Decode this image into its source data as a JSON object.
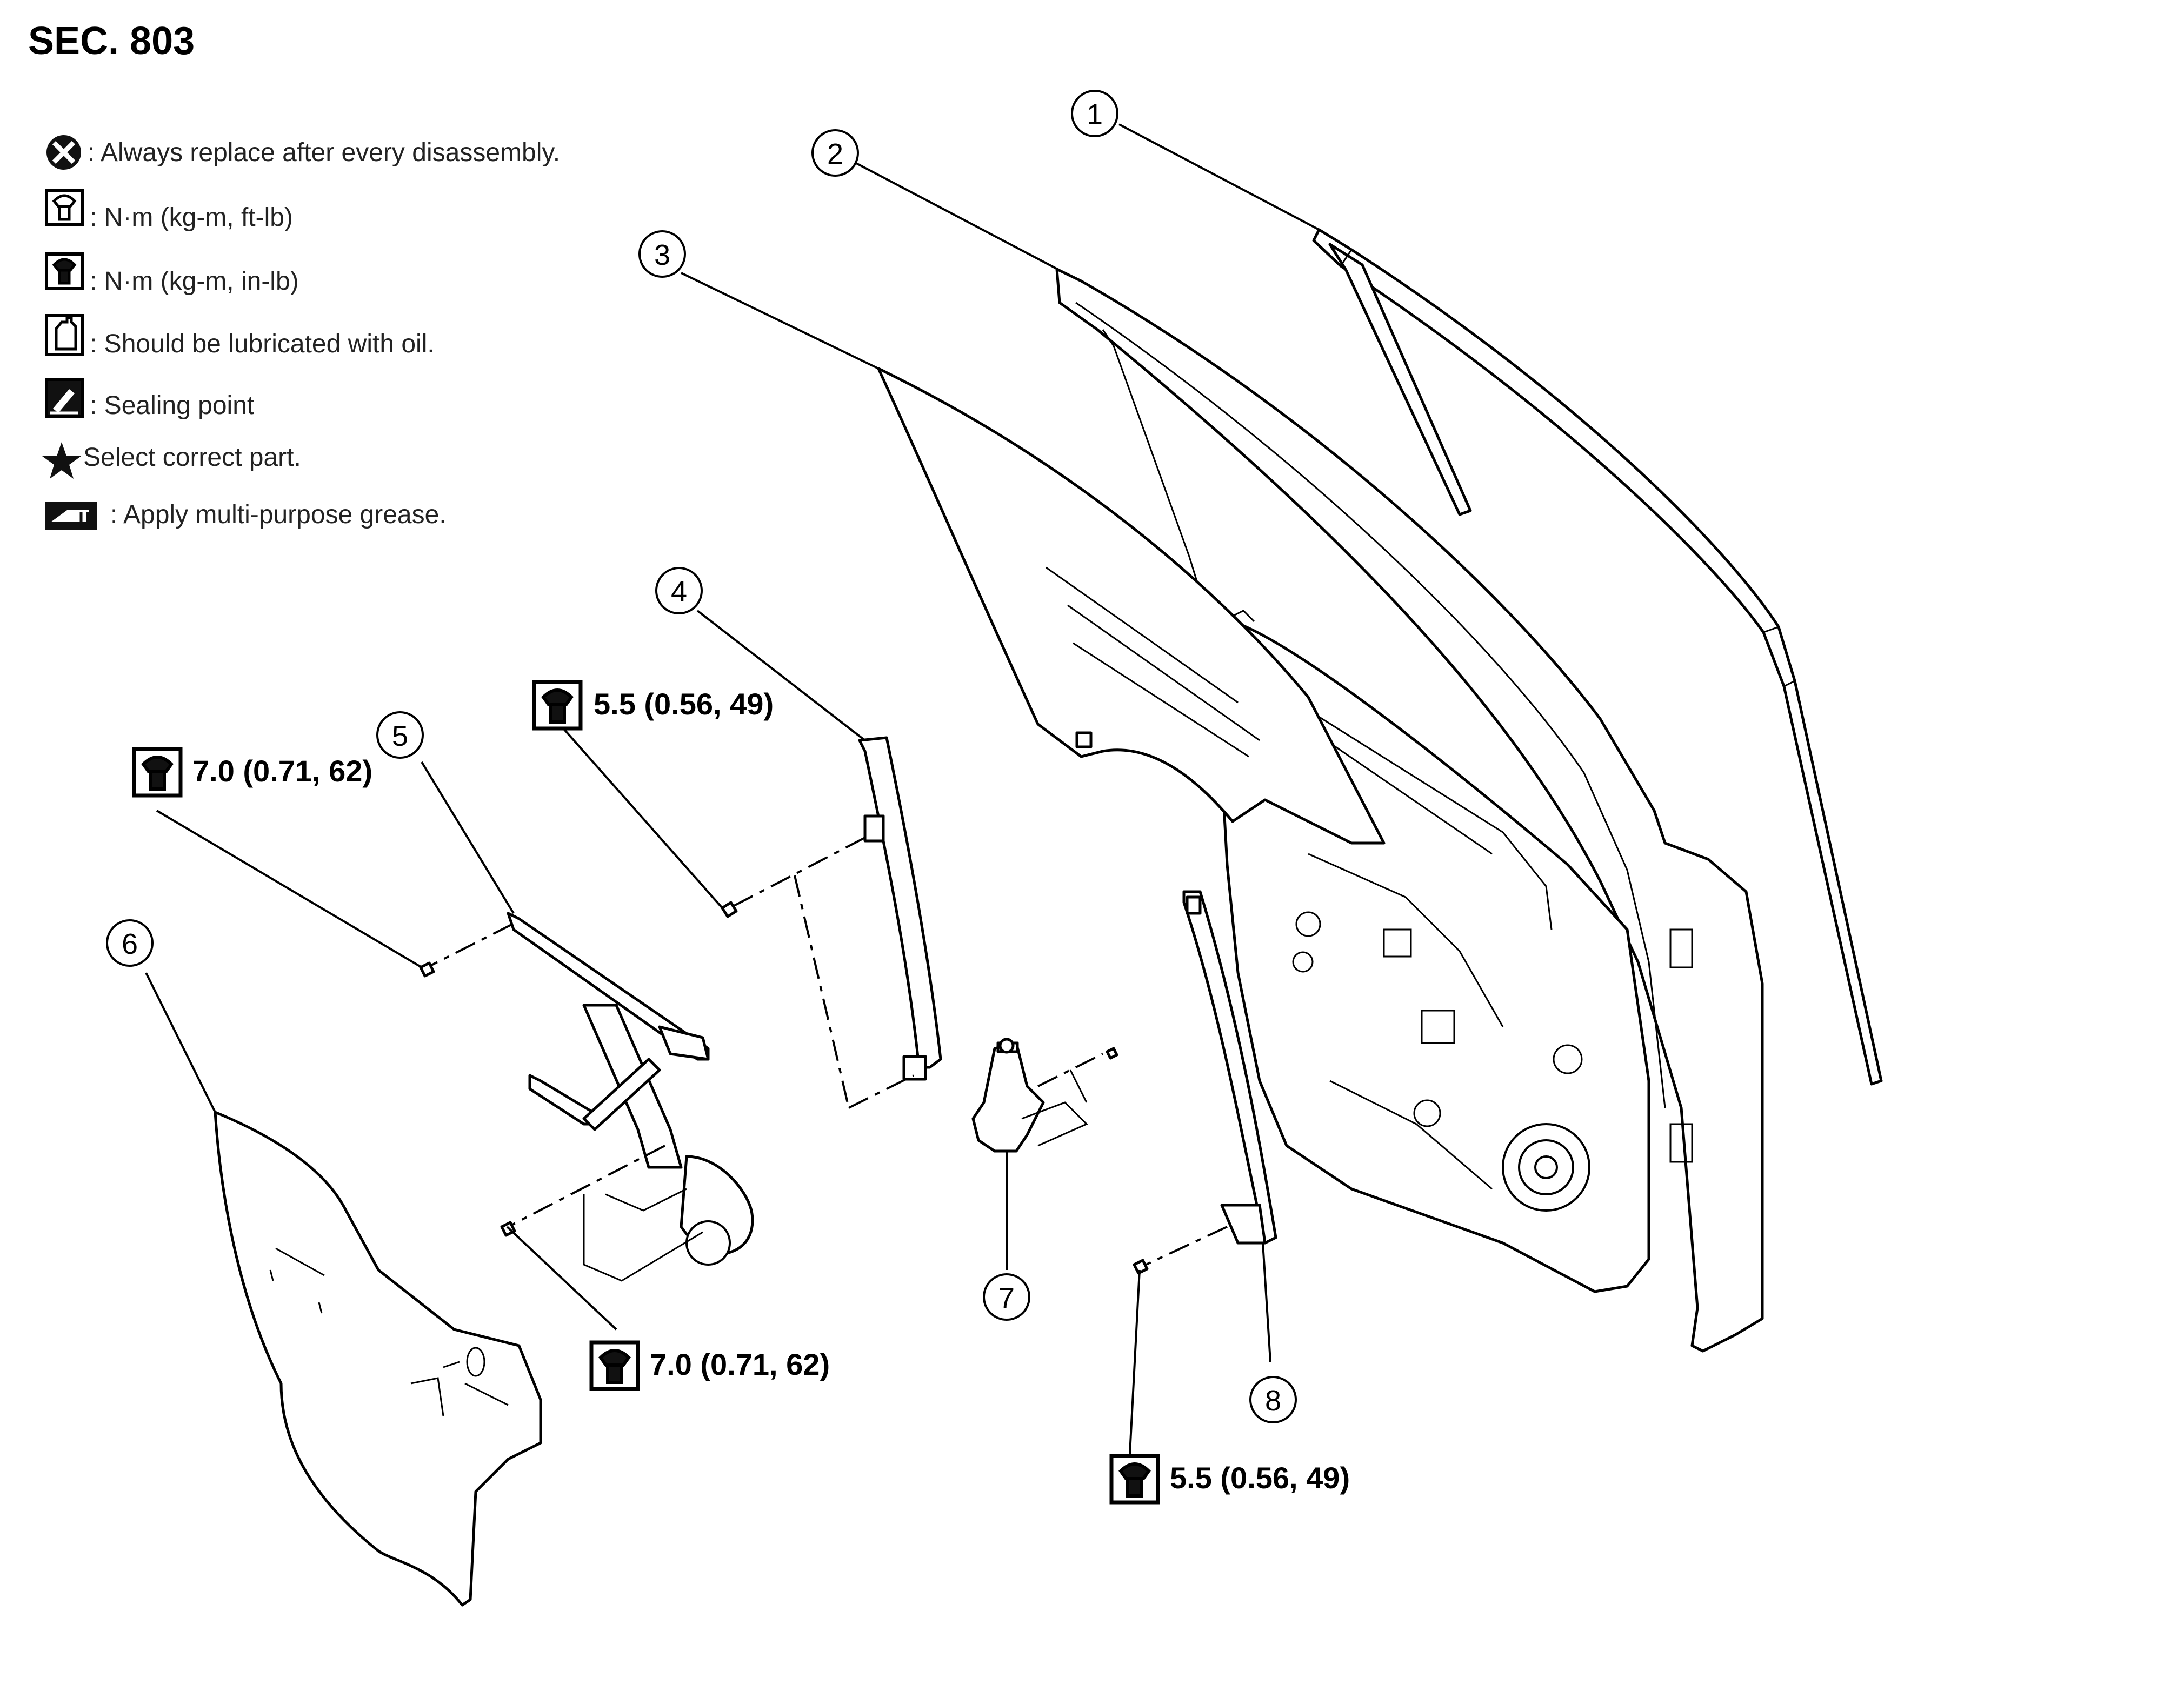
{
  "section": "SEC. 803",
  "legend": [
    {
      "icon": "replace-x-icon",
      "text": ": Always replace after every disassembly."
    },
    {
      "icon": "torque-wrench-ftlb-icon",
      "text": ": N·m (kg-m, ft-lb)"
    },
    {
      "icon": "torque-wrench-inlb-icon",
      "text": ": N·m (kg-m, in-lb)"
    },
    {
      "icon": "oil-can-icon",
      "text": ": Should be lubricated with oil."
    },
    {
      "icon": "sealing-point-icon",
      "text": ": Sealing point"
    },
    {
      "icon": "star-icon",
      "text": "Select correct part."
    },
    {
      "icon": "grease-icon",
      "text": ": Apply multi-purpose grease."
    }
  ],
  "callouts": [
    "1",
    "2",
    "3",
    "4",
    "5",
    "6",
    "7",
    "8"
  ],
  "torques": [
    {
      "icon": "torque-wrench-inlb-icon",
      "value": "5.5 (0.56, 49)"
    },
    {
      "icon": "torque-wrench-inlb-icon",
      "value": "7.0 (0.71, 62)"
    },
    {
      "icon": "torque-wrench-inlb-icon",
      "value": "7.0 (0.71, 62)"
    },
    {
      "icon": "torque-wrench-inlb-icon",
      "value": "5.5 (0.56, 49)"
    }
  ]
}
